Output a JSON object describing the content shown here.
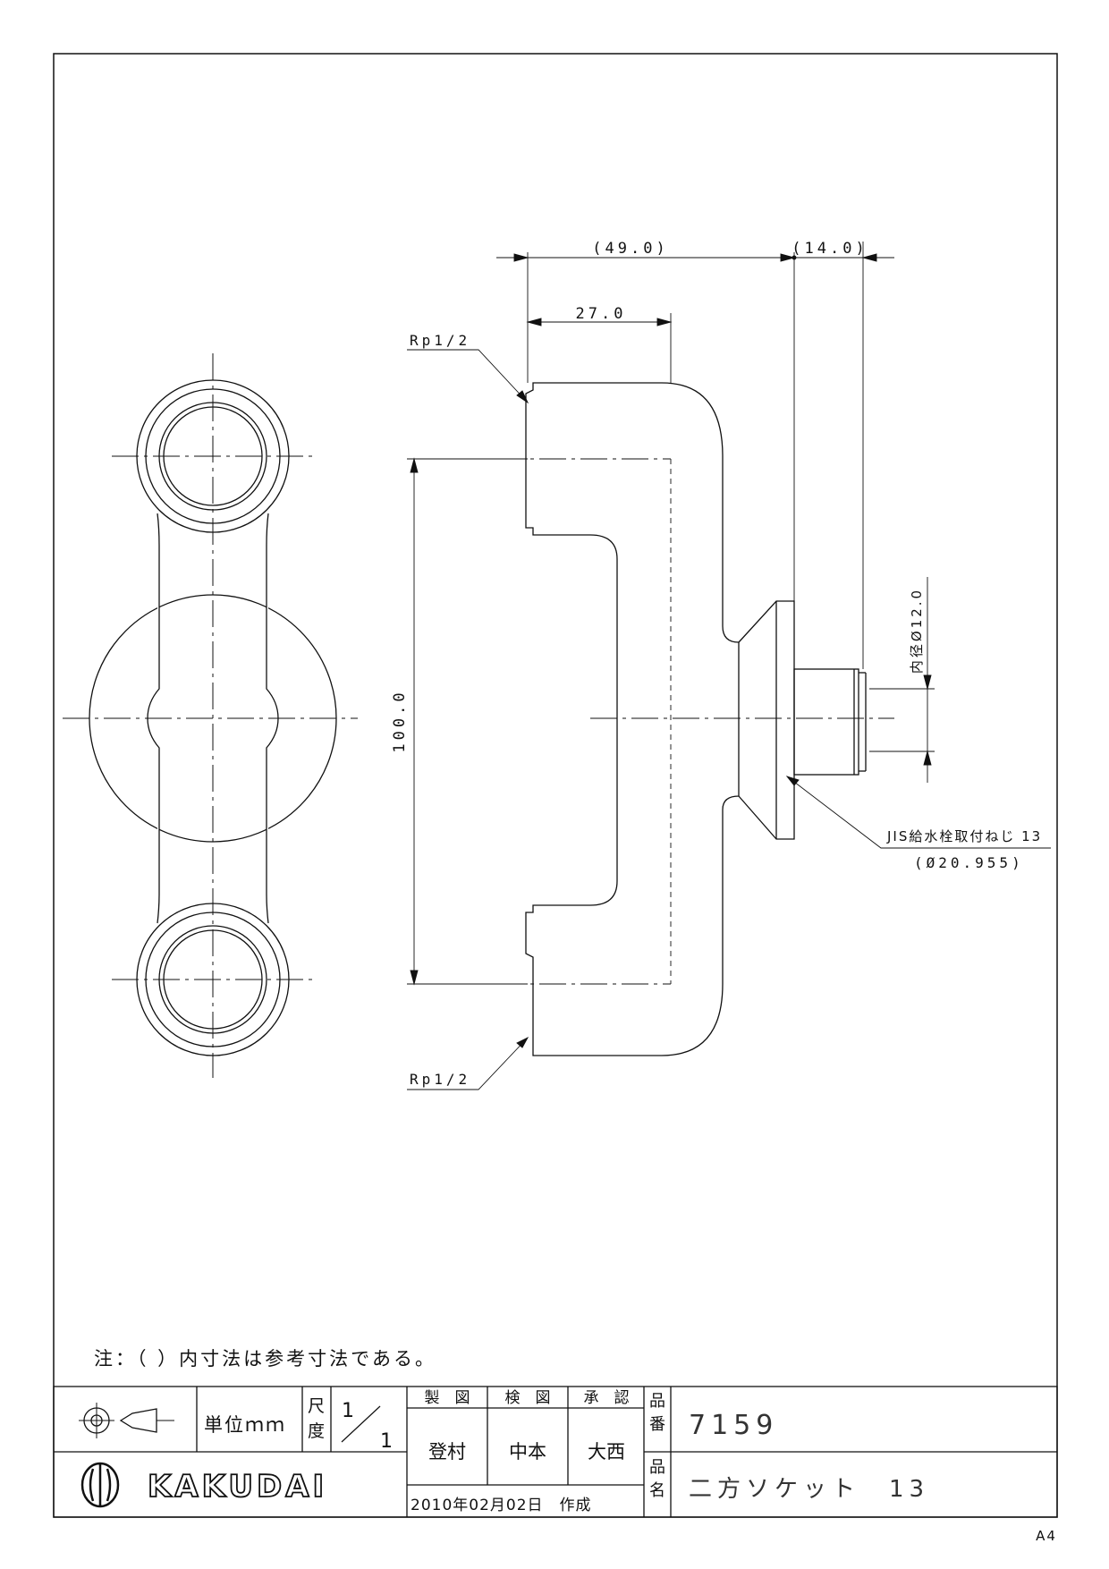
{
  "drawing": {
    "dims": {
      "overall_ref": "(49.0)",
      "stem_ref": "(14.0)",
      "depth": "27.0",
      "pitch": "100.0",
      "inner_dia": "内径Ø12.0"
    },
    "labels": {
      "thread_top": "Rp1/2",
      "thread_bottom": "Rp1/2",
      "jis_thread": "JIS給水栓取付ねじ 13",
      "jis_dia": "(Ø20.955)"
    }
  },
  "note": "注：（ ）内寸法は参考寸法である。",
  "title_block": {
    "unit": "単位ｍｍ",
    "scale_label_1": "尺",
    "scale_label_2": "度",
    "scale_num": "1",
    "scale_den": "1",
    "header_drawn": "製　図",
    "header_checked": "検　図",
    "header_approved": "承　認",
    "drawn_by": "登村",
    "checked_by": "中本",
    "approved_by": "大西",
    "date": "2010年02月02日　作成",
    "part_no_label_1": "品",
    "part_no_label_2": "番",
    "part_name_label_1": "品",
    "part_name_label_2": "名",
    "part_no": "7159",
    "part_name": "二方ソケット　13",
    "company": "KAKUDAI"
  },
  "paper_size": "A4"
}
